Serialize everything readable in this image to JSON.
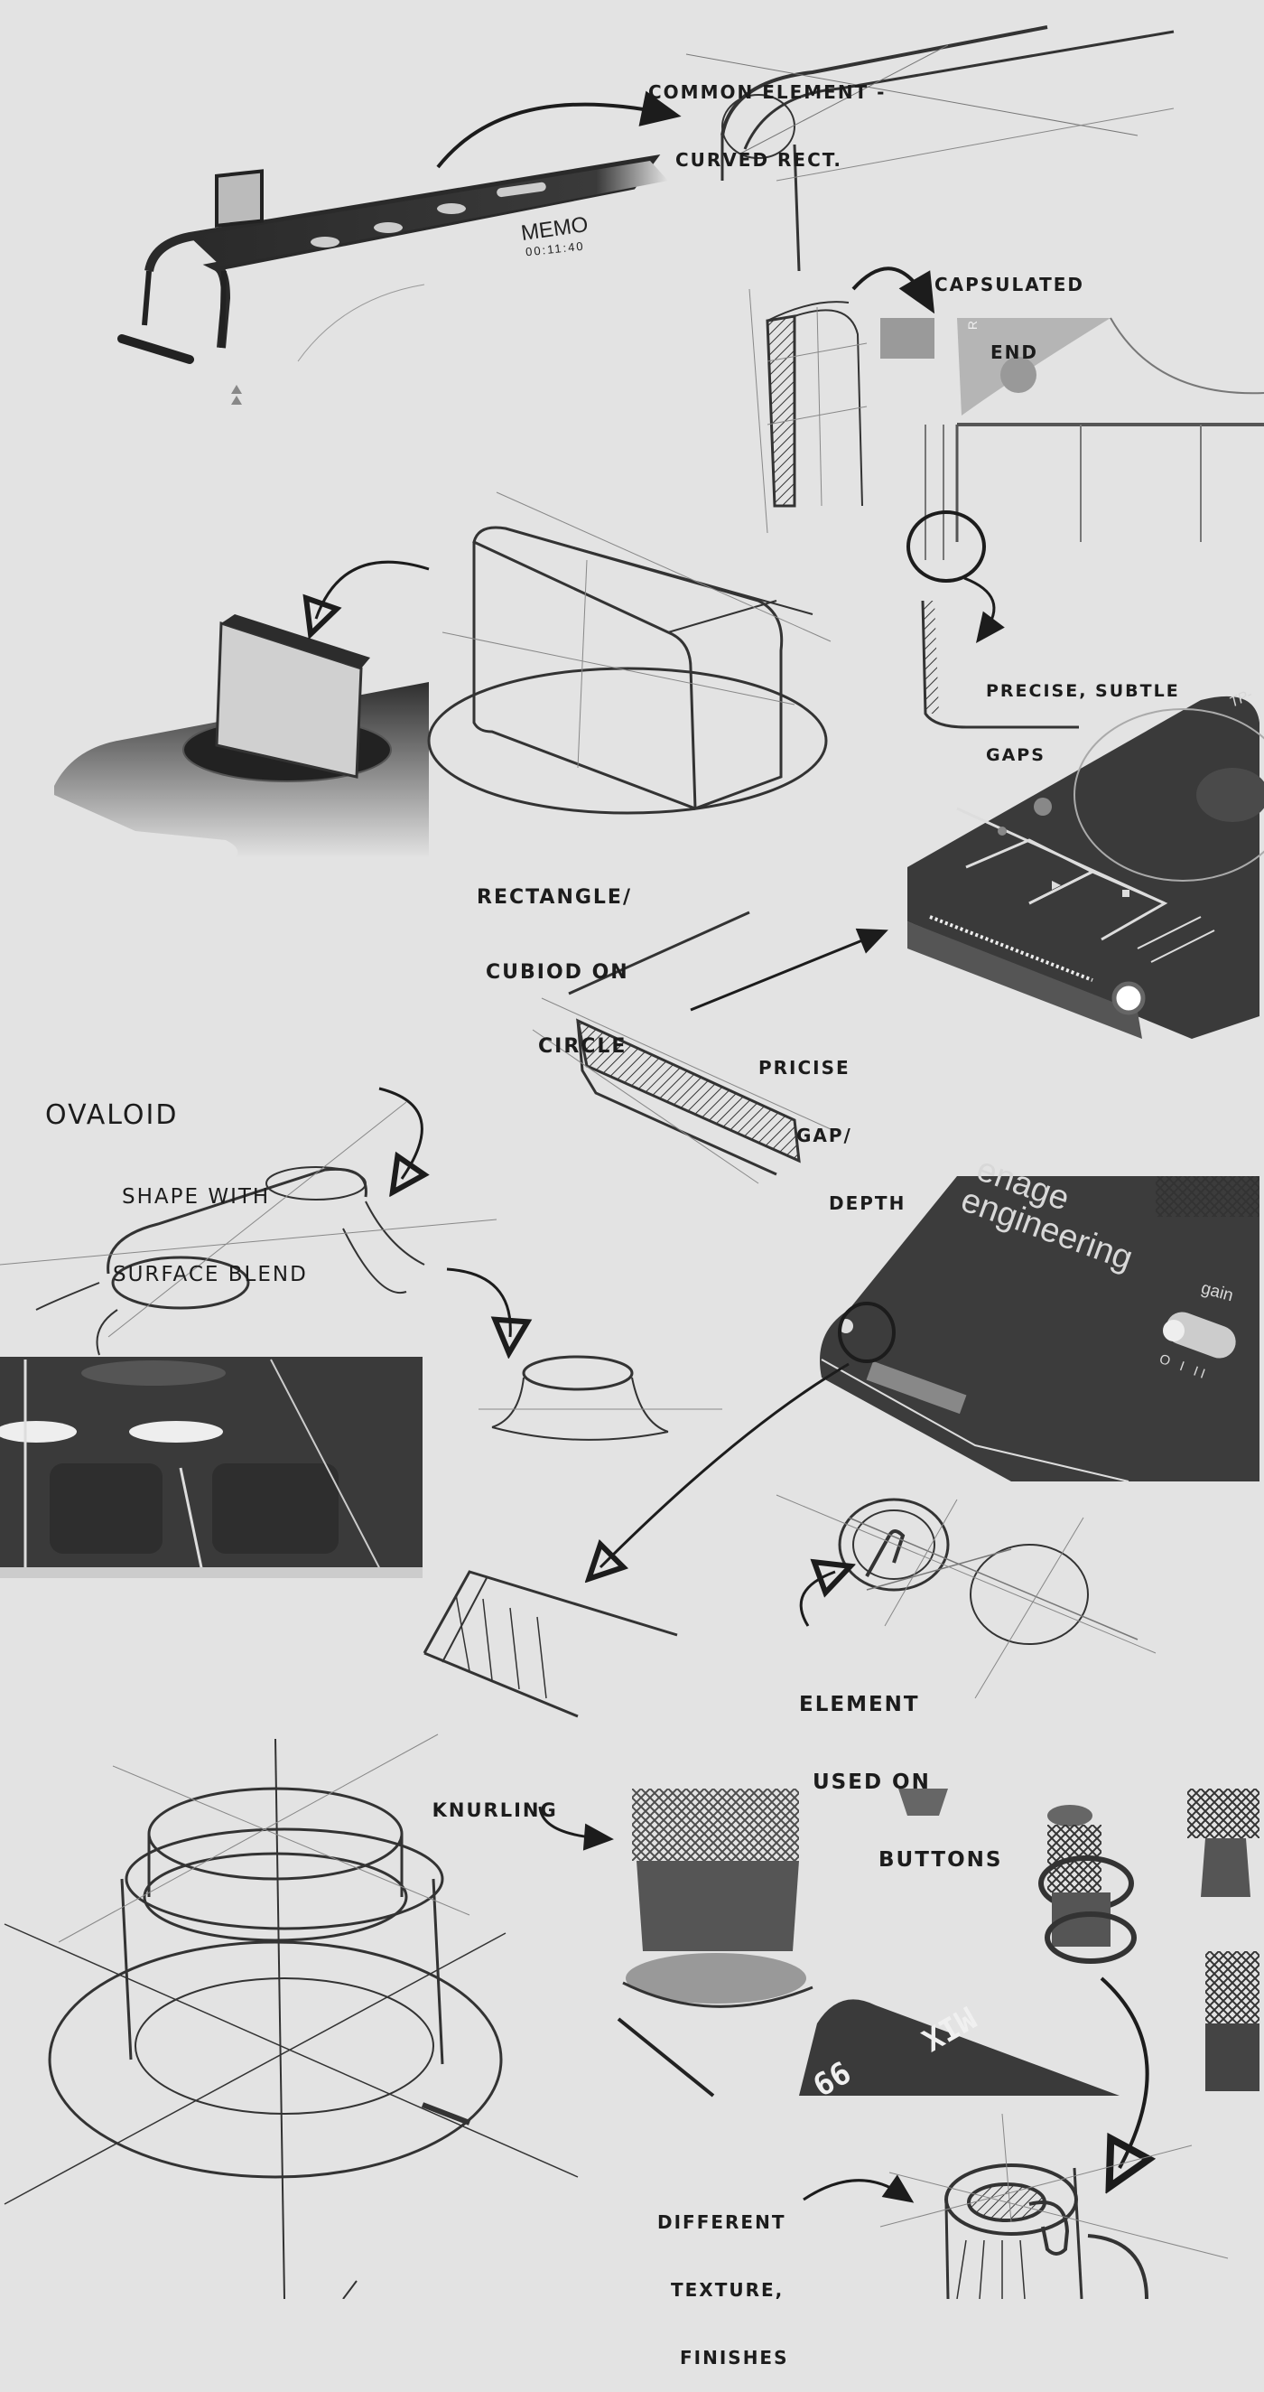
{
  "canvas": {
    "background": "#e3e3e3",
    "ink": "#1c1c1c",
    "render_dark": "#3a3a3a"
  },
  "annotations": {
    "common_element": [
      "COMMON ELEMENT -",
      "CURVED RECT."
    ],
    "capsulated_end": [
      "CAPSULATED",
      "END"
    ],
    "precise_subtle_gaps": [
      "PRECISE, SUBTLE",
      "GAPS"
    ],
    "rectangle_cuboid": [
      "RECTANGLE/",
      "CUBIOD ON",
      "CIRCLE"
    ],
    "pricise_gap_depth": [
      "PRICISE",
      "GAP/",
      "DEPTH"
    ],
    "ovaloid": [
      "OVALOID",
      "SHAPE WITH",
      "SURFACE BLEND"
    ],
    "element_buttons": [
      "ELEMENT",
      "USED ON",
      "BUTTONS"
    ],
    "knurling": "KNURLING",
    "different_texture": [
      "DIFFERENT",
      "TEXTURE,",
      "FINISHES"
    ]
  },
  "renders": {
    "memo_device": {
      "title": "MEMO",
      "time": "00:11:40"
    },
    "panel_corner": {
      "letter": "R"
    },
    "turntable_device": {
      "brand_fragment": "TP-"
    },
    "engineering_device": {
      "brand_line1": "enage",
      "brand_line2": "engineering",
      "switch_label": "gain",
      "switch_positions": "O I II"
    },
    "mix_display": {
      "text": "MIX",
      "value": "99"
    }
  }
}
